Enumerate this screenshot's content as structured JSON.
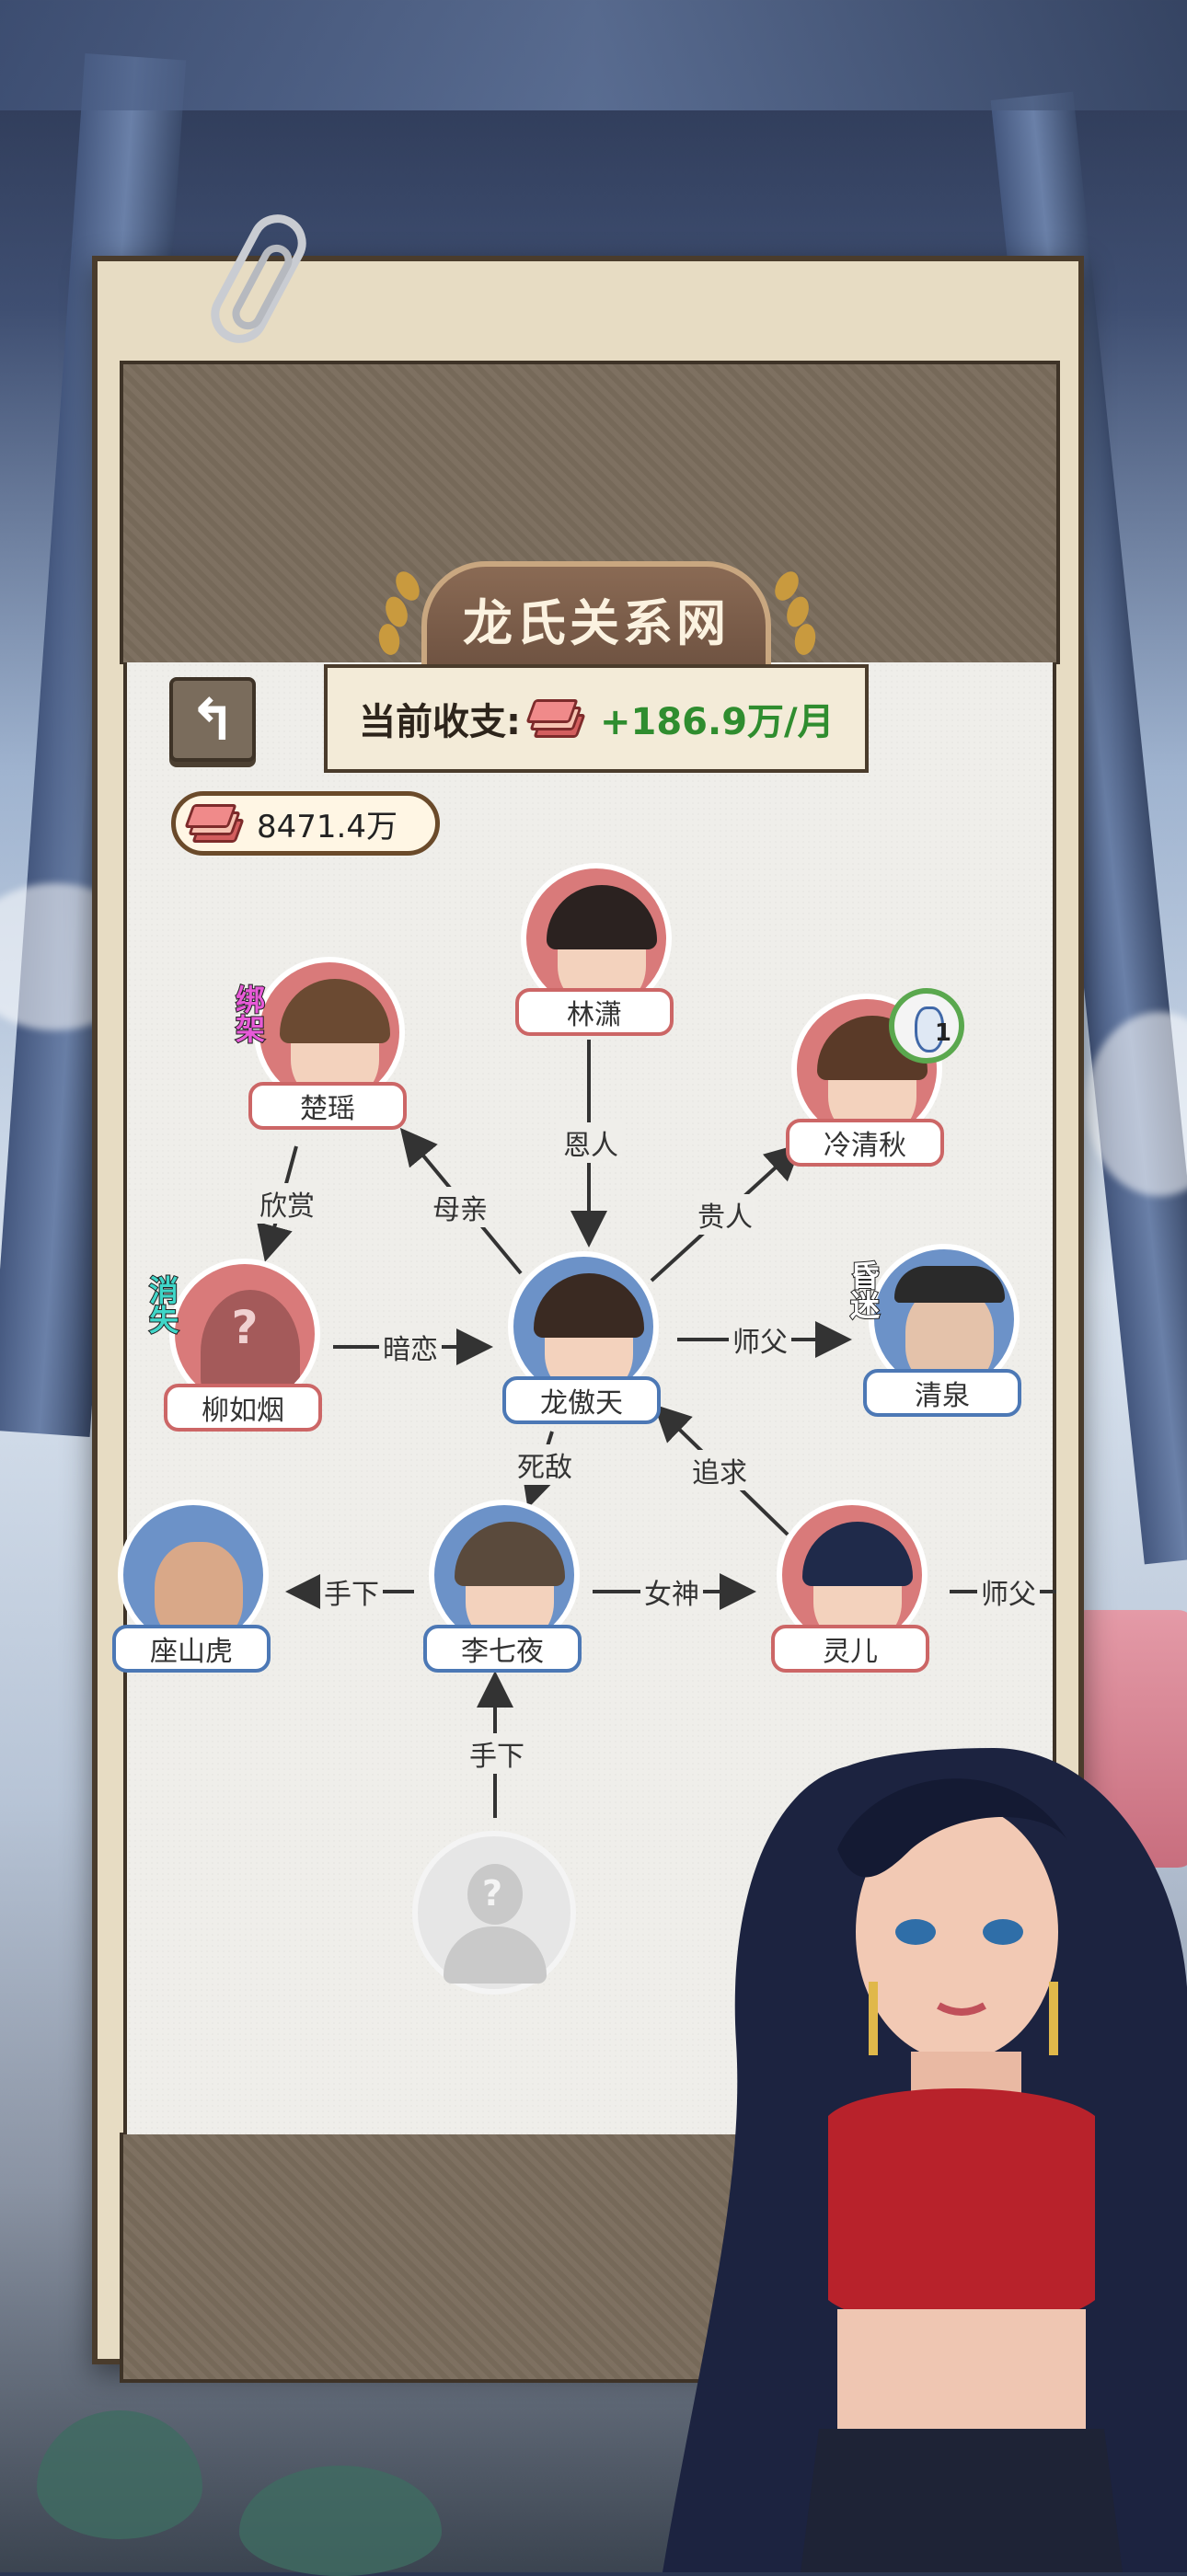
{
  "title": "龙氏关系网",
  "income": {
    "label": "当前收支:",
    "value": "+186.9万/月"
  },
  "balance": "8471.4万",
  "colors": {
    "income_green": "#2f8d2f",
    "red_ring": "#d97a7a",
    "blue_ring": "#6c92c8",
    "badge_pink": "#e85ad8",
    "badge_teal": "#3fd6c8"
  },
  "nodes": {
    "linxiao": {
      "name": "林潇"
    },
    "chuyao": {
      "name": "楚瑶",
      "status": "绑架"
    },
    "lengqingqiu": {
      "name": "冷清秋",
      "item_count": "1"
    },
    "liuruyan": {
      "name": "柳如烟",
      "status": "消失",
      "hidden_mark": "?"
    },
    "longaotian": {
      "name": "龙傲天"
    },
    "qingquan": {
      "name": "清泉",
      "status": "昏迷"
    },
    "zuoshanhu": {
      "name": "座山虎"
    },
    "liqiye": {
      "name": "李七夜"
    },
    "linger": {
      "name": "灵儿"
    },
    "unknown": {
      "hidden_mark": "?"
    }
  },
  "edges": {
    "enren": "恩人",
    "muqin": "母亲",
    "guiren": "贵人",
    "xinshang": "欣赏",
    "anlian": "暗恋",
    "shifu1": "师父",
    "sidi": "死敌",
    "zhuiqiu": "追求",
    "shouxia1": "手下",
    "nvshen": "女神",
    "shifu2": "师父",
    "shouxia2": "手下"
  }
}
